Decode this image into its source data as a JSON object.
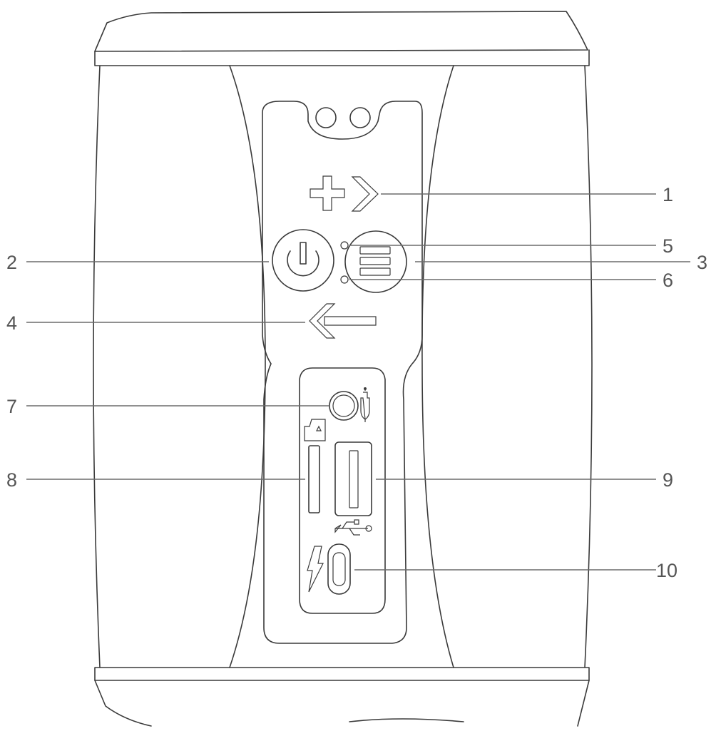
{
  "diagram": {
    "colors": {
      "outline": "#3a3a3a",
      "leader": "#6b6b6b",
      "label": "#555555",
      "background": "#ffffff"
    },
    "icons": [
      "volume-up-icon",
      "power-icon",
      "menu-icon",
      "volume-down-icon",
      "led-indicator-icon",
      "audio-jack-icon",
      "headphone-plug-icon",
      "sd-card-icon",
      "usb-a-port-icon",
      "usb-symbol-icon",
      "usb-c-port-icon",
      "charging-bolt-icon"
    ],
    "callouts": [
      {
        "id": "c1",
        "label": "1"
      },
      {
        "id": "c2",
        "label": "2"
      },
      {
        "id": "c3",
        "label": "3"
      },
      {
        "id": "c4",
        "label": "4"
      },
      {
        "id": "c5",
        "label": "5"
      },
      {
        "id": "c6",
        "label": "6"
      },
      {
        "id": "c7",
        "label": "7"
      },
      {
        "id": "c8",
        "label": "8"
      },
      {
        "id": "c9",
        "label": "9"
      },
      {
        "id": "c10",
        "label": "10"
      }
    ]
  }
}
